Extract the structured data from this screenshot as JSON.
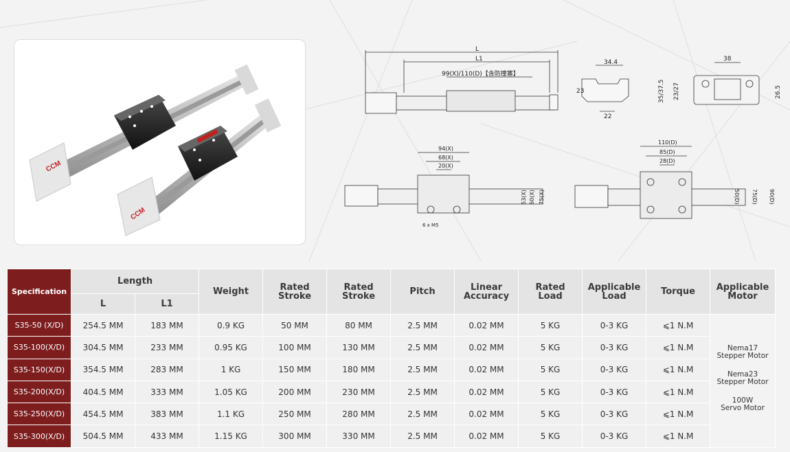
{
  "brand": {
    "logo_text": "CCM"
  },
  "drawings": {
    "side_view": {
      "L": "L",
      "L1": "L1",
      "stroke_note": "99(X)/110(D)【含防撞塞】"
    },
    "section_view": {
      "width_top": "34.4",
      "height": "23",
      "width_bottom": "22"
    },
    "end_view": {
      "width": "38",
      "height_total": "35/37.5",
      "height_mid": "23/27",
      "height_side": "26.5"
    },
    "top_view_x": {
      "d1": "94(X)",
      "d2": "68(X)",
      "d3": "20(X)",
      "h1": "53(X)",
      "h2": "60(X)",
      "h3": "75(X)",
      "hole_note": "6 x M5"
    },
    "top_view_d": {
      "d1": "110(D)",
      "d2": "85(D)",
      "d3": "28(D)",
      "h1": "50(D)",
      "h2": "75(D)",
      "h3": "90(D)"
    }
  },
  "table": {
    "headers": {
      "specification": "Specification",
      "length": "Length",
      "L": "L",
      "L1": "L1",
      "weight": "Weight",
      "rated_stroke_1": [
        "Rated",
        "Stroke"
      ],
      "rated_stroke_2": [
        "Rated",
        "Stroke"
      ],
      "pitch": "Pitch",
      "linear_accuracy": [
        "Linear",
        "Accuracy"
      ],
      "rated_load": [
        "Rated",
        "Load"
      ],
      "applicable_load": [
        "Applicable",
        "Load"
      ],
      "torque": "Torque",
      "applicable_motor": [
        "Applicable",
        "Motor"
      ]
    },
    "rows": [
      [
        "S35-50 (X/D)",
        "254.5 MM",
        "183 MM",
        "0.9 KG",
        "50 MM",
        "80 MM",
        "2.5 MM",
        "0.02 MM",
        "5 KG",
        "0-3 KG",
        "⩽1 N.M"
      ],
      [
        "S35-100(X/D)",
        "304.5 MM",
        "233 MM",
        "0.95 KG",
        "100 MM",
        "130 MM",
        "2.5 MM",
        "0.02 MM",
        "5 KG",
        "0-3 KG",
        "⩽1 N.M"
      ],
      [
        "S35-150(X/D)",
        "354.5 MM",
        "283 MM",
        "1 KG",
        "150 MM",
        "180 MM",
        "2.5 MM",
        "0.02 MM",
        "5 KG",
        "0-3 KG",
        "⩽1 N.M"
      ],
      [
        "S35-200(X/D)",
        "404.5 MM",
        "333 MM",
        "1.05 KG",
        "200 MM",
        "230 MM",
        "2.5 MM",
        "0.02 MM",
        "5 KG",
        "0-3 KG",
        "⩽1 N.M"
      ],
      [
        "S35-250(X/D)",
        "454.5 MM",
        "383 MM",
        "1.1 KG",
        "250 MM",
        "280 MM",
        "2.5 MM",
        "0.02 MM",
        "5 KG",
        "0-3 KG",
        "⩽1 N.M"
      ],
      [
        "S35-300(X/D)",
        "504.5 MM",
        "433 MM",
        "1.15 KG",
        "300 MM",
        "330 MM",
        "2.5 MM",
        "0.02 MM",
        "5 KG",
        "0-3 KG",
        "⩽1 N.M"
      ]
    ],
    "motors": [
      [
        "Nema17",
        "Stepper Motor"
      ],
      [
        "Nema23",
        "Stepper Motor"
      ],
      [
        "100W",
        "Servo Motor"
      ]
    ]
  }
}
